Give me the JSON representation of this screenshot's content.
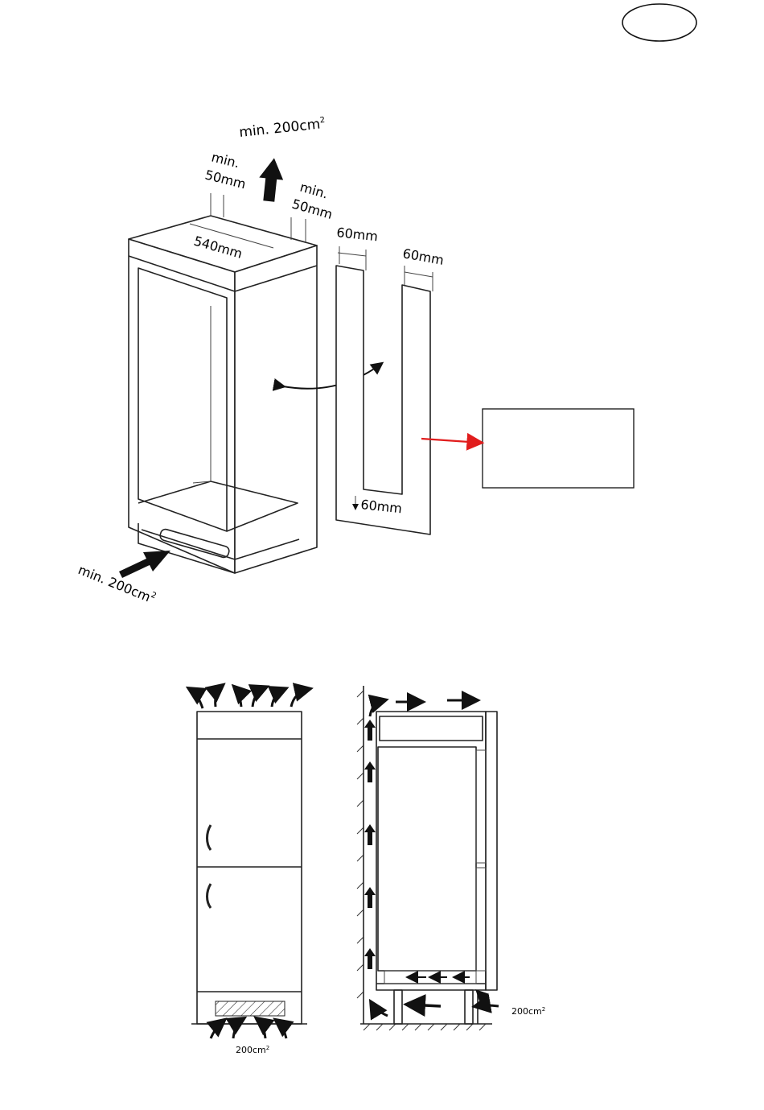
{
  "top_diagram": {
    "vent_top_label": "min. 200cm",
    "vent_top_sup": "2",
    "clearance_left_line1": "min.",
    "clearance_left_line2": "50mm",
    "clearance_right_line1": "min.",
    "clearance_right_line2": "50mm",
    "depth_label": "540mm",
    "panel_top_left_label": "60mm",
    "panel_top_right_label": "60mm",
    "panel_bottom_label": "60mm",
    "vent_bottom_label": "min. 200cm",
    "vent_bottom_sup": "2"
  },
  "bottom_diagram": {
    "front_vent_label": "200cm",
    "front_vent_sup": "2",
    "side_vent_label": "200cm",
    "side_vent_sup": "2"
  },
  "colors": {
    "line": "#222222",
    "callout_arrow": "#e11d1d"
  }
}
